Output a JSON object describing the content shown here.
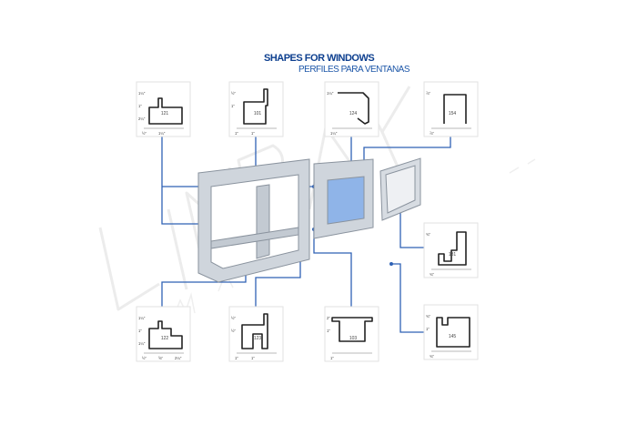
{
  "header": {
    "title": "SHAPES FOR WINDOWS",
    "subtitle": "PERFILES PARA VENTANAS"
  },
  "watermark": {
    "brand": "LINBAY",
    "sub": "MACHINERY"
  },
  "profiles": [
    {
      "id": "121",
      "dims": [
        "1¼\"",
        "½\"",
        "1\"",
        "1¼\"",
        "2¼\""
      ]
    },
    {
      "id": "101",
      "dims": [
        "½\"",
        "1\"",
        "1\"",
        "1\""
      ]
    },
    {
      "id": "124",
      "dims": [
        "1¼\"",
        "1¼\""
      ]
    },
    {
      "id": "154",
      "dims": [
        "⅞\"",
        "⅞\""
      ]
    },
    {
      "id": "131",
      "dims": [
        "¾\"",
        "¾\""
      ]
    },
    {
      "id": "145",
      "dims": [
        "¾\"",
        "¾\"",
        "1\""
      ]
    },
    {
      "id": "122",
      "dims": [
        "1¼\"",
        "½\"",
        "1\"",
        "⅝\"",
        "1¼\"",
        "2¼\""
      ]
    },
    {
      "id": "123",
      "dims": [
        "½\"",
        "1\"",
        "½\"",
        "1\""
      ]
    },
    {
      "id": "103",
      "dims": [
        "2\"",
        "1\"",
        "1\""
      ]
    }
  ],
  "colors": {
    "line": "#2f62b5",
    "title": "#0d3f8f",
    "glass": "#8fb4e8"
  }
}
